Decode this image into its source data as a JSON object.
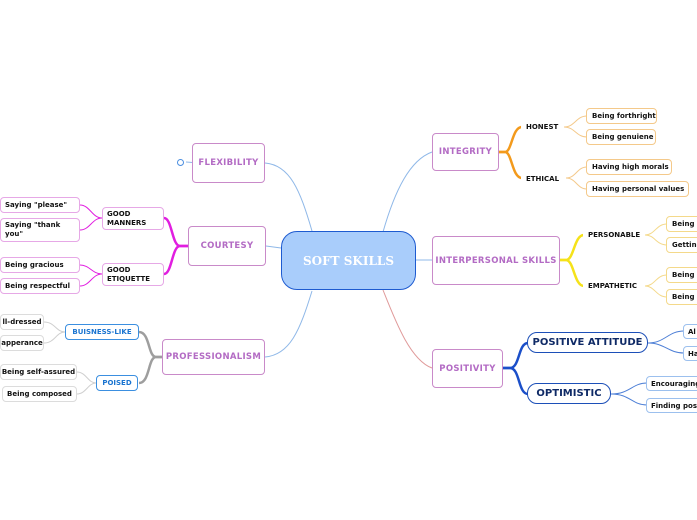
{
  "central": "SOFT SKILLS",
  "branches": {
    "integrity": {
      "label": "INTEGRITY",
      "honest": {
        "label": "HONEST",
        "items": [
          "Being forthright",
          "Being genuiene"
        ]
      },
      "ethical": {
        "label": "ETHICAL",
        "items": [
          "Having high morals",
          "Having personal values"
        ]
      }
    },
    "interpersonal": {
      "label": "INTERPERSONAL SKILLS",
      "personable": {
        "label": "PERSONABLE",
        "items": [
          "Being f",
          "Getting"
        ]
      },
      "empathetic": {
        "label": "EMPATHETIC",
        "items": [
          "Being w",
          "Being r"
        ]
      }
    },
    "positivity": {
      "label": "POSITIVITY",
      "attitude": {
        "label": "POSITIVE ATTITUDE",
        "items": [
          "Al",
          "Ha"
        ]
      },
      "optimistic": {
        "label": "OPTIMISTIC",
        "items": [
          "Encouraging",
          "Finding pos"
        ]
      }
    },
    "flexibility": {
      "label": "FLEXIBILITY"
    },
    "courtesy": {
      "label": "COURTESY",
      "manners": {
        "label": "GOOD MANNERS",
        "items": [
          "Saying \"please\"",
          "Saying \"thank you\""
        ]
      },
      "etiquette": {
        "label": "GOOD ETIQUETTE",
        "items": [
          "Being gracious",
          "Being respectful"
        ]
      }
    },
    "professionalism": {
      "label": "PROFESSIONALISM",
      "business": {
        "label": "BUISNESS-LIKE",
        "items": [
          "ll-dressed",
          "apperance"
        ]
      },
      "poised": {
        "label": "POISED",
        "items": [
          "Being self-assured",
          "Being composed"
        ]
      }
    }
  },
  "colors": {
    "central_fill": "#a9cdfb",
    "central_border": "#1e5bd0",
    "integrity": "#f39a1c",
    "interpersonal": "#f5e21a",
    "positivity": "#1b4fc9",
    "courtesy": "#e11ee0",
    "professionalism": "#9e9e9e",
    "main_link_blue": "#8fb8e8",
    "main_link_red": "#e09a9a"
  },
  "icons": {
    "collapse": "collapse-toggle-icon"
  }
}
